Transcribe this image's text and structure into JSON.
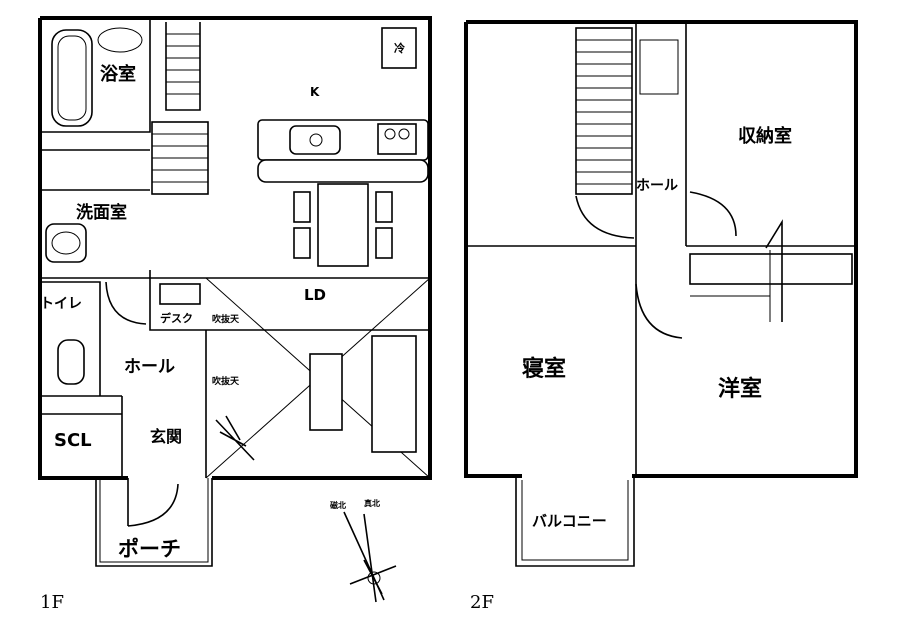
{
  "floors": [
    {
      "label": "1F",
      "rooms": {
        "bath": "浴室",
        "kitchen": "K",
        "fridge": "冷",
        "washroom": "洗面室",
        "toilet": "トイレ",
        "ld": "LD",
        "desk": "デスク",
        "hall": "ホール",
        "scl": "SCL",
        "entrance": "玄関",
        "porch": "ポーチ",
        "note1": "吹抜天",
        "note2": "吹抜天"
      }
    },
    {
      "label": "2F",
      "rooms": {
        "storage": "収納室",
        "hall": "ホール",
        "bedroom": "寝室",
        "western": "洋室",
        "balcony": "バルコニー"
      }
    }
  ],
  "compass": {
    "north_a": "磁北",
    "north_b": "真北"
  }
}
